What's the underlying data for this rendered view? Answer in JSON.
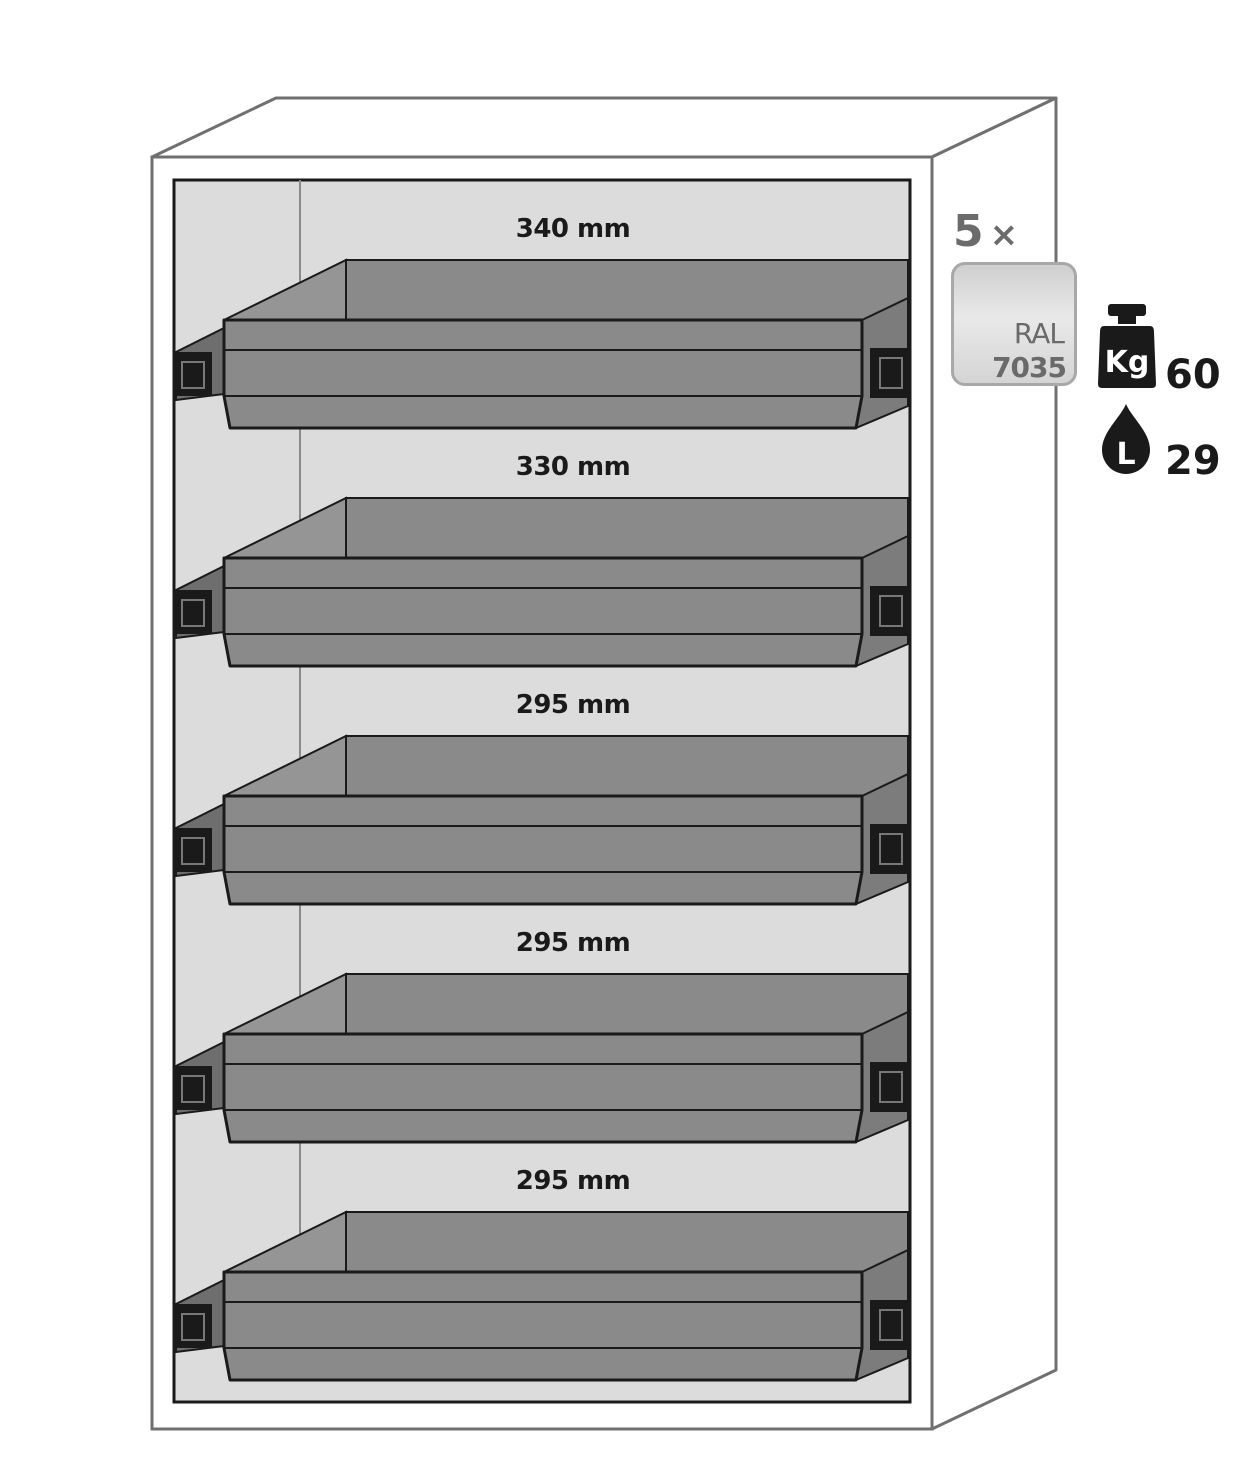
{
  "product": {
    "drawers": [
      {
        "height_label": "340 mm"
      },
      {
        "height_label": "330 mm"
      },
      {
        "height_label": "295 mm"
      },
      {
        "height_label": "295 mm"
      },
      {
        "height_label": "295 mm"
      }
    ],
    "quantity": "5",
    "quantity_symbol": "×",
    "color_code": {
      "word": "RAL",
      "code": "7035"
    },
    "weight": {
      "icon_letters": "Kg",
      "value": "60"
    },
    "volume": {
      "icon_letter": "L",
      "value": "29"
    }
  },
  "colors": {
    "outline": "#707070",
    "interior": "#dcdcdc",
    "drawer_fill": "#8a8a8a",
    "drawer_stroke": "#1a1a1a",
    "swatch": "#d9d9d9"
  },
  "icons": {
    "weight": "kettlebell-weight-icon",
    "volume": "liquid-drop-icon"
  }
}
